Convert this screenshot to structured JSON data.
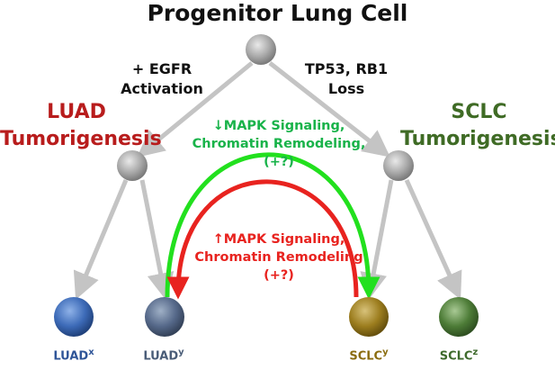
{
  "title": "Progenitor Lung Cell",
  "branches": {
    "left": [
      "+ EGFR",
      "Activation"
    ],
    "right": [
      "TP53, RB1",
      "Loss"
    ]
  },
  "tumorigenesis": {
    "left": [
      "LUAD",
      "Tumorigenesis"
    ],
    "right": [
      "SCLC",
      "Tumorigenesis"
    ]
  },
  "transitions": {
    "to_luad": [
      "↓MAPK Signaling,",
      "Chromatin Remodeling,",
      "(+?)"
    ],
    "to_sclc": [
      "↑MAPK Signaling,",
      "Chromatin Remodeling",
      "(+?)"
    ]
  },
  "leaves": [
    {
      "base": "LUAD",
      "sup": "x"
    },
    {
      "base": "LUAD",
      "sup": "y"
    },
    {
      "base": "SCLC",
      "sup": "y"
    },
    {
      "base": "SCLC",
      "sup": "z"
    }
  ],
  "colors": {
    "luad_red": "#b81c1c",
    "sclc_green": "#3f6b25",
    "arrow_green": "#22e01e",
    "arrow_red": "#e8231f",
    "gray_arrow": "#c4c4c4",
    "node_gray": "#9a9a9a",
    "luad_x": "#2f5598",
    "luad_y": "#4a5d78",
    "sclc_y": "#8a6c0f",
    "sclc_z": "#3e6a2c"
  }
}
